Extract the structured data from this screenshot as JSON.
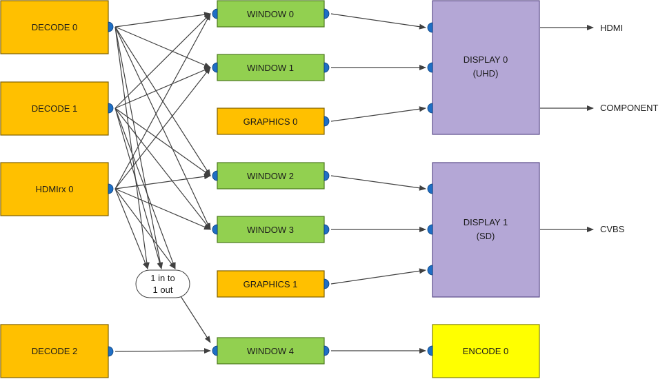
{
  "colors": {
    "source_fill": "#FFC000",
    "source_stroke": "#7F6000",
    "window_fill": "#92D050",
    "window_stroke": "#4E7A1E",
    "graphics_fill": "#FFC000",
    "display_fill": "#B4A7D6",
    "display_stroke": "#5B4B8A",
    "encode_fill": "#FFFF00",
    "encode_stroke": "#7F7F00",
    "port_fill": "#1F6FC5",
    "port_stroke": "#0B3F7A",
    "arrow": "#404040"
  },
  "sources": {
    "decode0": "DECODE 0",
    "decode1": "DECODE 1",
    "hdmirx0": "HDMIrx 0",
    "decode2": "DECODE 2"
  },
  "windows": {
    "window0": "WINDOW 0",
    "window1": "WINDOW 1",
    "graphics0": "GRAPHICS 0",
    "window2": "WINDOW 2",
    "window3": "WINDOW 3",
    "graphics1": "GRAPHICS 1",
    "window4": "WINDOW 4"
  },
  "converter": {
    "line1": "1 in to",
    "line2": "1 out"
  },
  "displays": {
    "display0_line1": "DISPLAY 0",
    "display0_line2": "(UHD)",
    "display1_line1": "DISPLAY 1",
    "display1_line2": "(SD)",
    "encode0": "ENCODE 0"
  },
  "outputs": {
    "hdmi": "HDMI",
    "component": "COMPONENT",
    "cvbs": "CVBS"
  }
}
